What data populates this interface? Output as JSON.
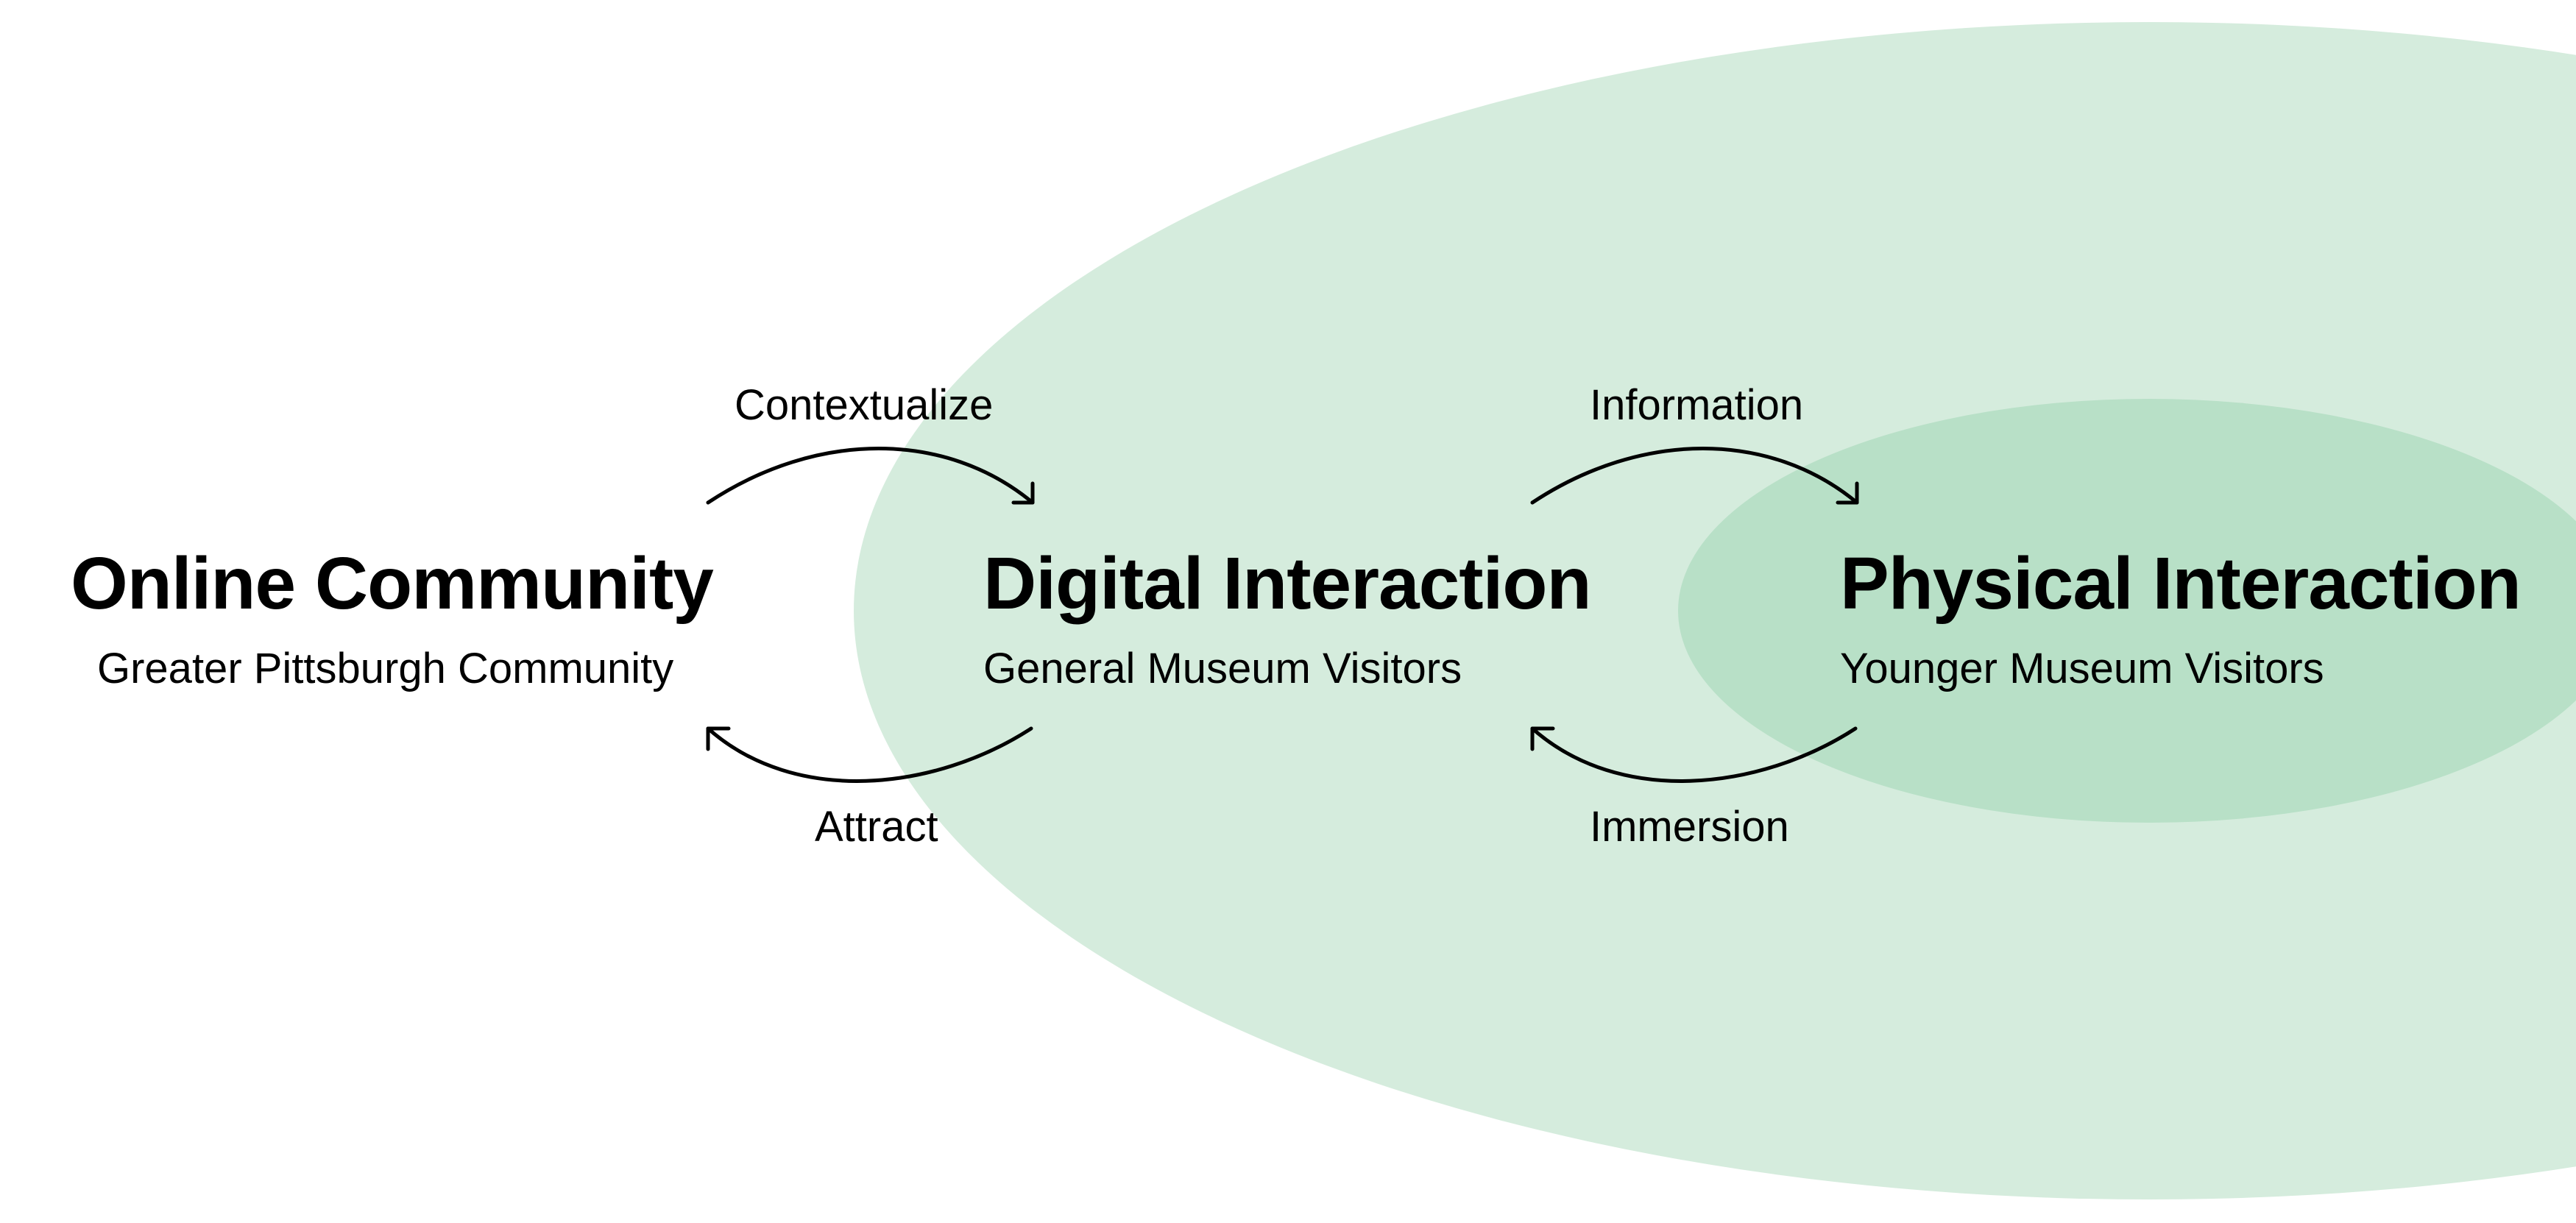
{
  "colors": {
    "outer_zone": "#d5ecdd",
    "inner_zone": "#b8e0c7",
    "text": "#000000",
    "arrow": "#000000"
  },
  "nodes": {
    "online": {
      "title": "Online Community",
      "subtitle": "Greater Pittsburgh Community"
    },
    "digital": {
      "title": "Digital Interaction",
      "subtitle": "General Museum Visitors"
    },
    "physical": {
      "title": "Physical Interaction",
      "subtitle": "Younger Museum Visitors"
    }
  },
  "flows": {
    "online_to_digital": "Contextualize",
    "digital_to_online": "Attract",
    "digital_to_physical": "Information",
    "physical_to_digital": "Immersion"
  }
}
